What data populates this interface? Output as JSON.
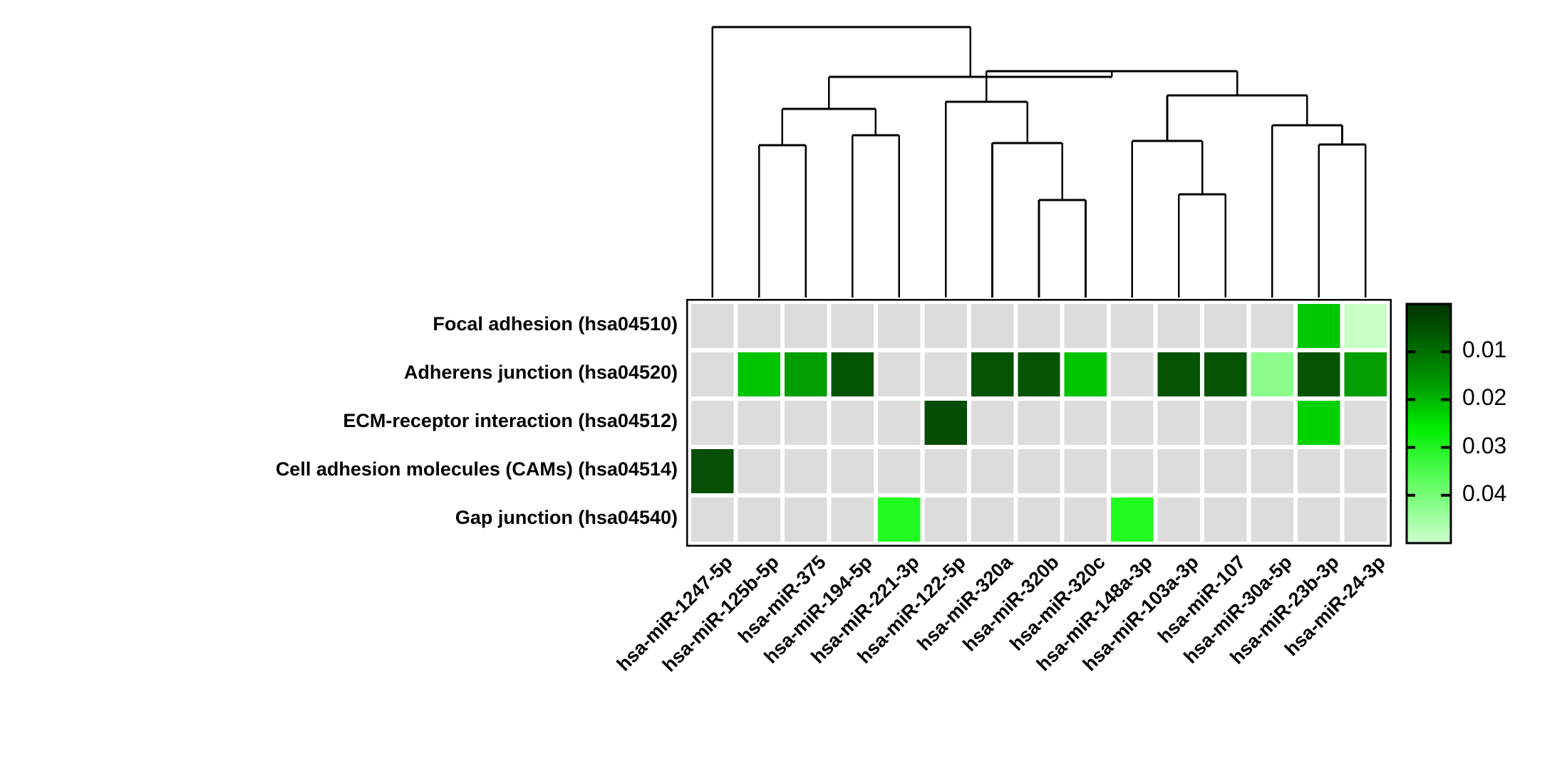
{
  "figure": {
    "kind": "clustered-heatmap",
    "row_label_font_weight": "bold"
  },
  "chart_data": {
    "type": "heatmap",
    "title": "",
    "xlabel": "",
    "ylabel": "",
    "grid": false,
    "legend_position": "right",
    "na_color": "#dcdcdc",
    "colorscale": {
      "name": "green-sequential",
      "low_value": 0.0,
      "high_value": 0.05,
      "low_color": "#004d00",
      "mid_color": "#00ee00",
      "high_color": "#ccffcc",
      "ticks": [
        "0.01",
        "0.02",
        "0.03",
        "0.04"
      ],
      "tick_values": [
        0.01,
        0.02,
        0.03,
        0.04
      ]
    },
    "categories": [
      "hsa-miR-1247-5p",
      "hsa-miR-125b-5p",
      "hsa-miR-375",
      "hsa-miR-194-5p",
      "hsa-miR-221-3p",
      "hsa-miR-122-5p",
      "hsa-miR-320a",
      "hsa-miR-320b",
      "hsa-miR-320c",
      "hsa-miR-148a-3p",
      "hsa-miR-103a-3p",
      "hsa-miR-107",
      "hsa-miR-30a-5p",
      "hsa-miR-23b-3p",
      "hsa-miR-24-3p"
    ],
    "rows": [
      "Focal adhesion (hsa04510)",
      "Adherens junction (hsa04520)",
      "ECM-receptor interaction (hsa04512)",
      "Cell adhesion molecules (CAMs) (hsa04514)",
      "Gap junction (hsa04540)"
    ],
    "values": [
      [
        null,
        null,
        null,
        null,
        null,
        null,
        null,
        null,
        null,
        null,
        null,
        null,
        null,
        0.019,
        0.044
      ],
      [
        null,
        0.02,
        0.012,
        0.003,
        null,
        null,
        0.004,
        0.003,
        0.019,
        null,
        0.003,
        0.004,
        0.037,
        0.003,
        0.011
      ],
      [
        null,
        null,
        null,
        null,
        null,
        0.003,
        null,
        null,
        null,
        null,
        null,
        null,
        null,
        0.018,
        null
      ],
      [
        0.003,
        null,
        null,
        null,
        null,
        null,
        null,
        null,
        null,
        null,
        null,
        null,
        null,
        null,
        null
      ],
      [
        null,
        null,
        null,
        null,
        0.026,
        null,
        null,
        null,
        null,
        0.026,
        null,
        null,
        null,
        null,
        null
      ]
    ],
    "cell_colors": [
      [
        "#dcdcdc",
        "#dcdcdc",
        "#dcdcdc",
        "#dcdcdc",
        "#dcdcdc",
        "#dcdcdc",
        "#dcdcdc",
        "#dcdcdc",
        "#dcdcdc",
        "#dcdcdc",
        "#dcdcdc",
        "#dcdcdc",
        "#dcdcdc",
        "#00c800",
        "#c8ffc3"
      ],
      [
        "#dcdcdc",
        "#00c400",
        "#009e00",
        "#035403",
        "#dcdcdc",
        "#dcdcdc",
        "#045404",
        "#045404",
        "#00c400",
        "#dcdcdc",
        "#045404",
        "#045404",
        "#8cfc8c",
        "#045404",
        "#009e00"
      ],
      [
        "#dcdcdc",
        "#dcdcdc",
        "#dcdcdc",
        "#dcdcdc",
        "#dcdcdc",
        "#054c05",
        "#dcdcdc",
        "#dcdcdc",
        "#dcdcdc",
        "#dcdcdc",
        "#dcdcdc",
        "#dcdcdc",
        "#dcdcdc",
        "#00d200",
        "#dcdcdc"
      ],
      [
        "#055005",
        "#dcdcdc",
        "#dcdcdc",
        "#dcdcdc",
        "#dcdcdc",
        "#dcdcdc",
        "#dcdcdc",
        "#dcdcdc",
        "#dcdcdc",
        "#dcdcdc",
        "#dcdcdc",
        "#dcdcdc",
        "#dcdcdc",
        "#dcdcdc",
        "#dcdcdc"
      ],
      [
        "#dcdcdc",
        "#dcdcdc",
        "#dcdcdc",
        "#dcdcdc",
        "#21fc21",
        "#dcdcdc",
        "#dcdcdc",
        "#dcdcdc",
        "#dcdcdc",
        "#21fc21",
        "#dcdcdc",
        "#dcdcdc",
        "#dcdcdc",
        "#dcdcdc",
        "#dcdcdc"
      ]
    ]
  },
  "colorbar": {
    "ticks": [
      "0.01",
      "0.02",
      "0.03",
      "0.04"
    ]
  },
  "dendrogram": {
    "orientation": "top",
    "leaf_order": [
      "hsa-miR-1247-5p",
      "hsa-miR-125b-5p",
      "hsa-miR-375",
      "hsa-miR-194-5p",
      "hsa-miR-221-3p",
      "hsa-miR-122-5p",
      "hsa-miR-320a",
      "hsa-miR-320b",
      "hsa-miR-320c",
      "hsa-miR-148a-3p",
      "hsa-miR-103a-3p",
      "hsa-miR-107",
      "hsa-miR-30a-5p",
      "hsa-miR-23b-3p",
      "hsa-miR-24-3p"
    ]
  }
}
